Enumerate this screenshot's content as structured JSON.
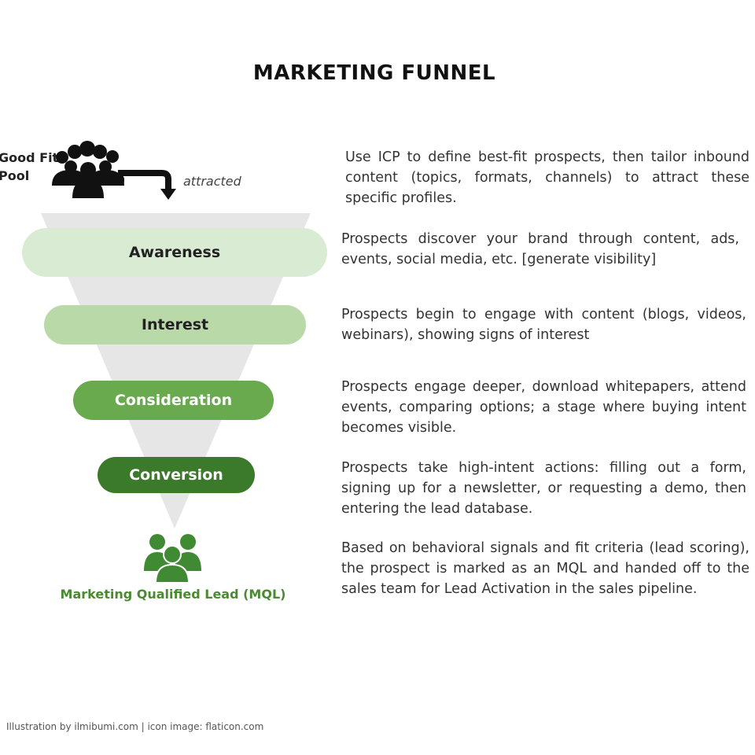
{
  "title": "MARKETING FUNNEL",
  "pool": {
    "label": "Good Fit Pool",
    "arrow_label": "attracted"
  },
  "stages": [
    {
      "label": "Awareness",
      "color": "#d9ebd2"
    },
    {
      "label": "Interest",
      "color": "#b9d9a8"
    },
    {
      "label": "Consideration",
      "color": "#6aaa4f"
    },
    {
      "label": "Conversion",
      "color": "#3b7a2a"
    }
  ],
  "result": {
    "label": "Marketing Qualified Lead (MQL)",
    "color": "#4a8a32"
  },
  "funnel_color": "#e6e6e6",
  "descriptions": [
    "Use ICP to define best-fit prospects, then tailor inbound content (topics, formats, channels) to attract these specific profiles.",
    "Prospects discover your brand through content, ads, events, social media, etc. [generate visibility]",
    "Prospects begin to engage with content (blogs, videos, webinars), showing signs of interest",
    "Prospects engage deeper, download whitepapers, attend events, comparing options; a stage where buying intent becomes visible.",
    "Prospects take high-intent actions: filling out a form, signing up for a newsletter, or requesting a demo, then entering the lead database.",
    "Based on behavioral signals and fit criteria (lead scoring), the prospect is marked as an MQL and handed off to the sales team for Lead Activation in the sales pipeline."
  ],
  "credit": "Illustration by ilmibumi.com | icon image: flaticon.com"
}
